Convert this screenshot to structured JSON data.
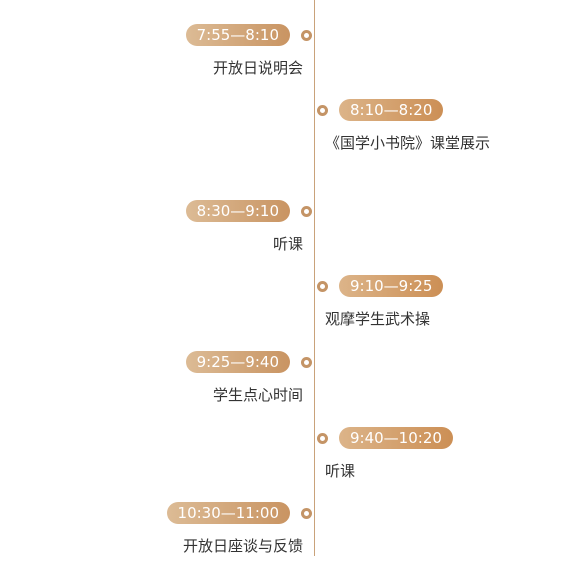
{
  "timeline": {
    "events": [
      {
        "time": "7:55—8:10",
        "title": "开放日说明会",
        "side": "left"
      },
      {
        "time": "8:10—8:20",
        "title": "《国学小书院》课堂展示",
        "side": "right"
      },
      {
        "time": "8:30—9:10",
        "title": "听课",
        "side": "left"
      },
      {
        "time": "9:10—9:25",
        "title": "观摩学生武术操",
        "side": "right"
      },
      {
        "time": "9:25—9:40",
        "title": "学生点心时间",
        "side": "left"
      },
      {
        "time": "9:40—10:20",
        "title": "听课",
        "side": "right"
      },
      {
        "time": "10:30—11:00",
        "title": "开放日座谈与反馈",
        "side": "left"
      }
    ]
  },
  "colors": {
    "accent": "#c98e58",
    "line": "#c9a27a",
    "text": "#333333"
  }
}
